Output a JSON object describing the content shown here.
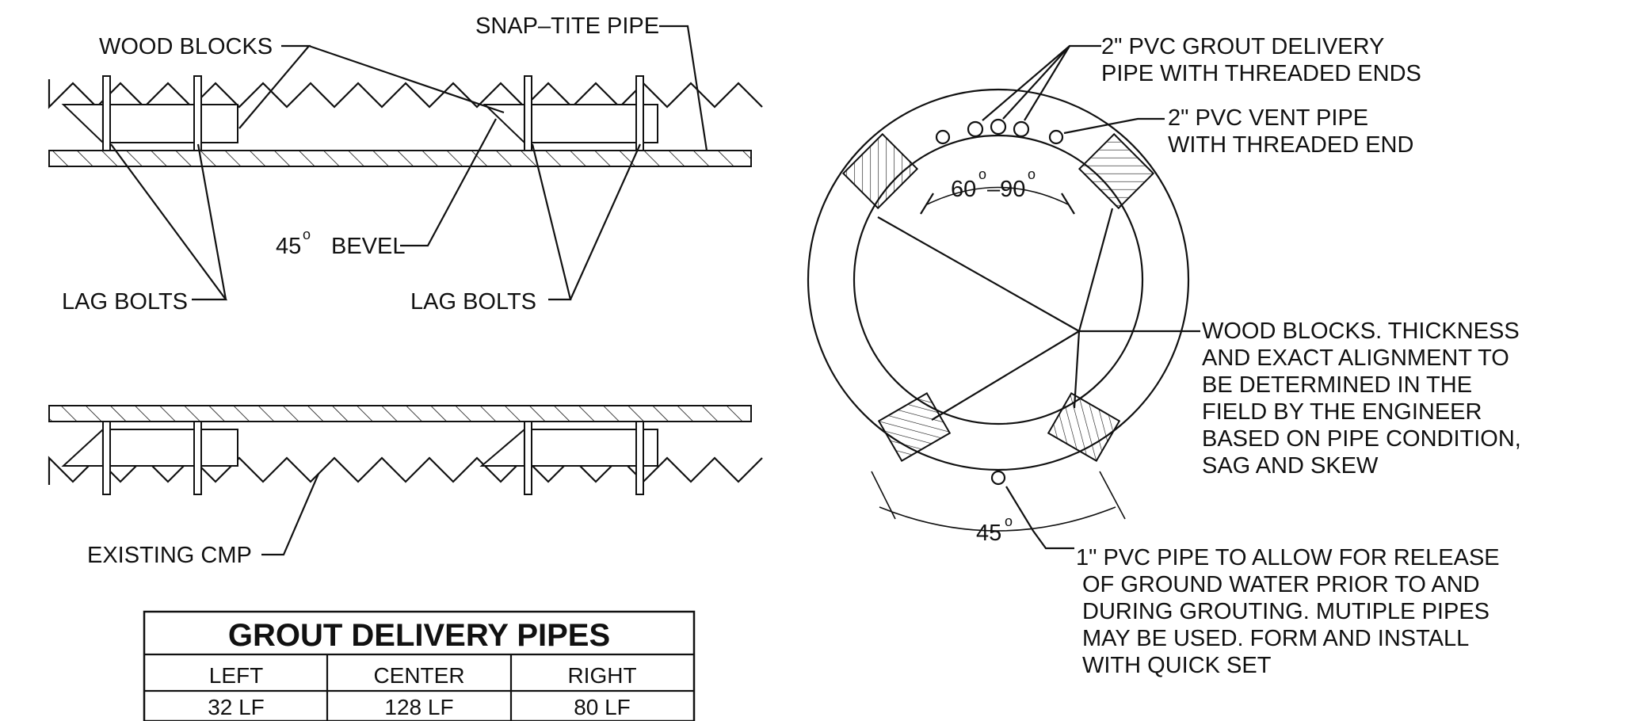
{
  "labels": {
    "wood_blocks": "WOOD BLOCKS",
    "snap_tite_pipe": "SNAP–TITE PIPE",
    "bevel": "45",
    "bevel_sup": "o",
    "bevel_text": "BEVEL",
    "lag_bolts_left": "LAG BOLTS",
    "lag_bolts_right": "LAG BOLTS",
    "existing_cmp": "EXISTING CMP"
  },
  "section": {
    "grout_delivery_line1": "2\" PVC GROUT DELIVERY",
    "grout_delivery_line2": "PIPE WITH THREADED ENDS",
    "vent_line1": "2\" PVC VENT PIPE",
    "vent_line2": "WITH THREADED END",
    "angle_a": "60",
    "angle_sep": "–90",
    "angle_sup": "o",
    "wood_note": [
      "WOOD BLOCKS. THICKNESS",
      "AND EXACT ALIGNMENT TO",
      "BE DETERMINED IN THE",
      "FIELD BY THE ENGINEER",
      "BASED ON PIPE CONDITION,",
      "SAG AND SKEW"
    ],
    "angle_b": "45",
    "drain_note": [
      "1\" PVC PIPE TO ALLOW FOR RELEASE",
      "OF GROUND WATER PRIOR TO AND",
      "DURING GROUTING. MUTIPLE PIPES",
      "MAY BE USED. FORM AND INSTALL",
      "WITH QUICK SET"
    ]
  },
  "table": {
    "title": "GROUT DELIVERY PIPES",
    "headers": [
      "LEFT",
      "CENTER",
      "RIGHT"
    ],
    "values": [
      "32 LF",
      "128 LF",
      "80 LF"
    ]
  }
}
